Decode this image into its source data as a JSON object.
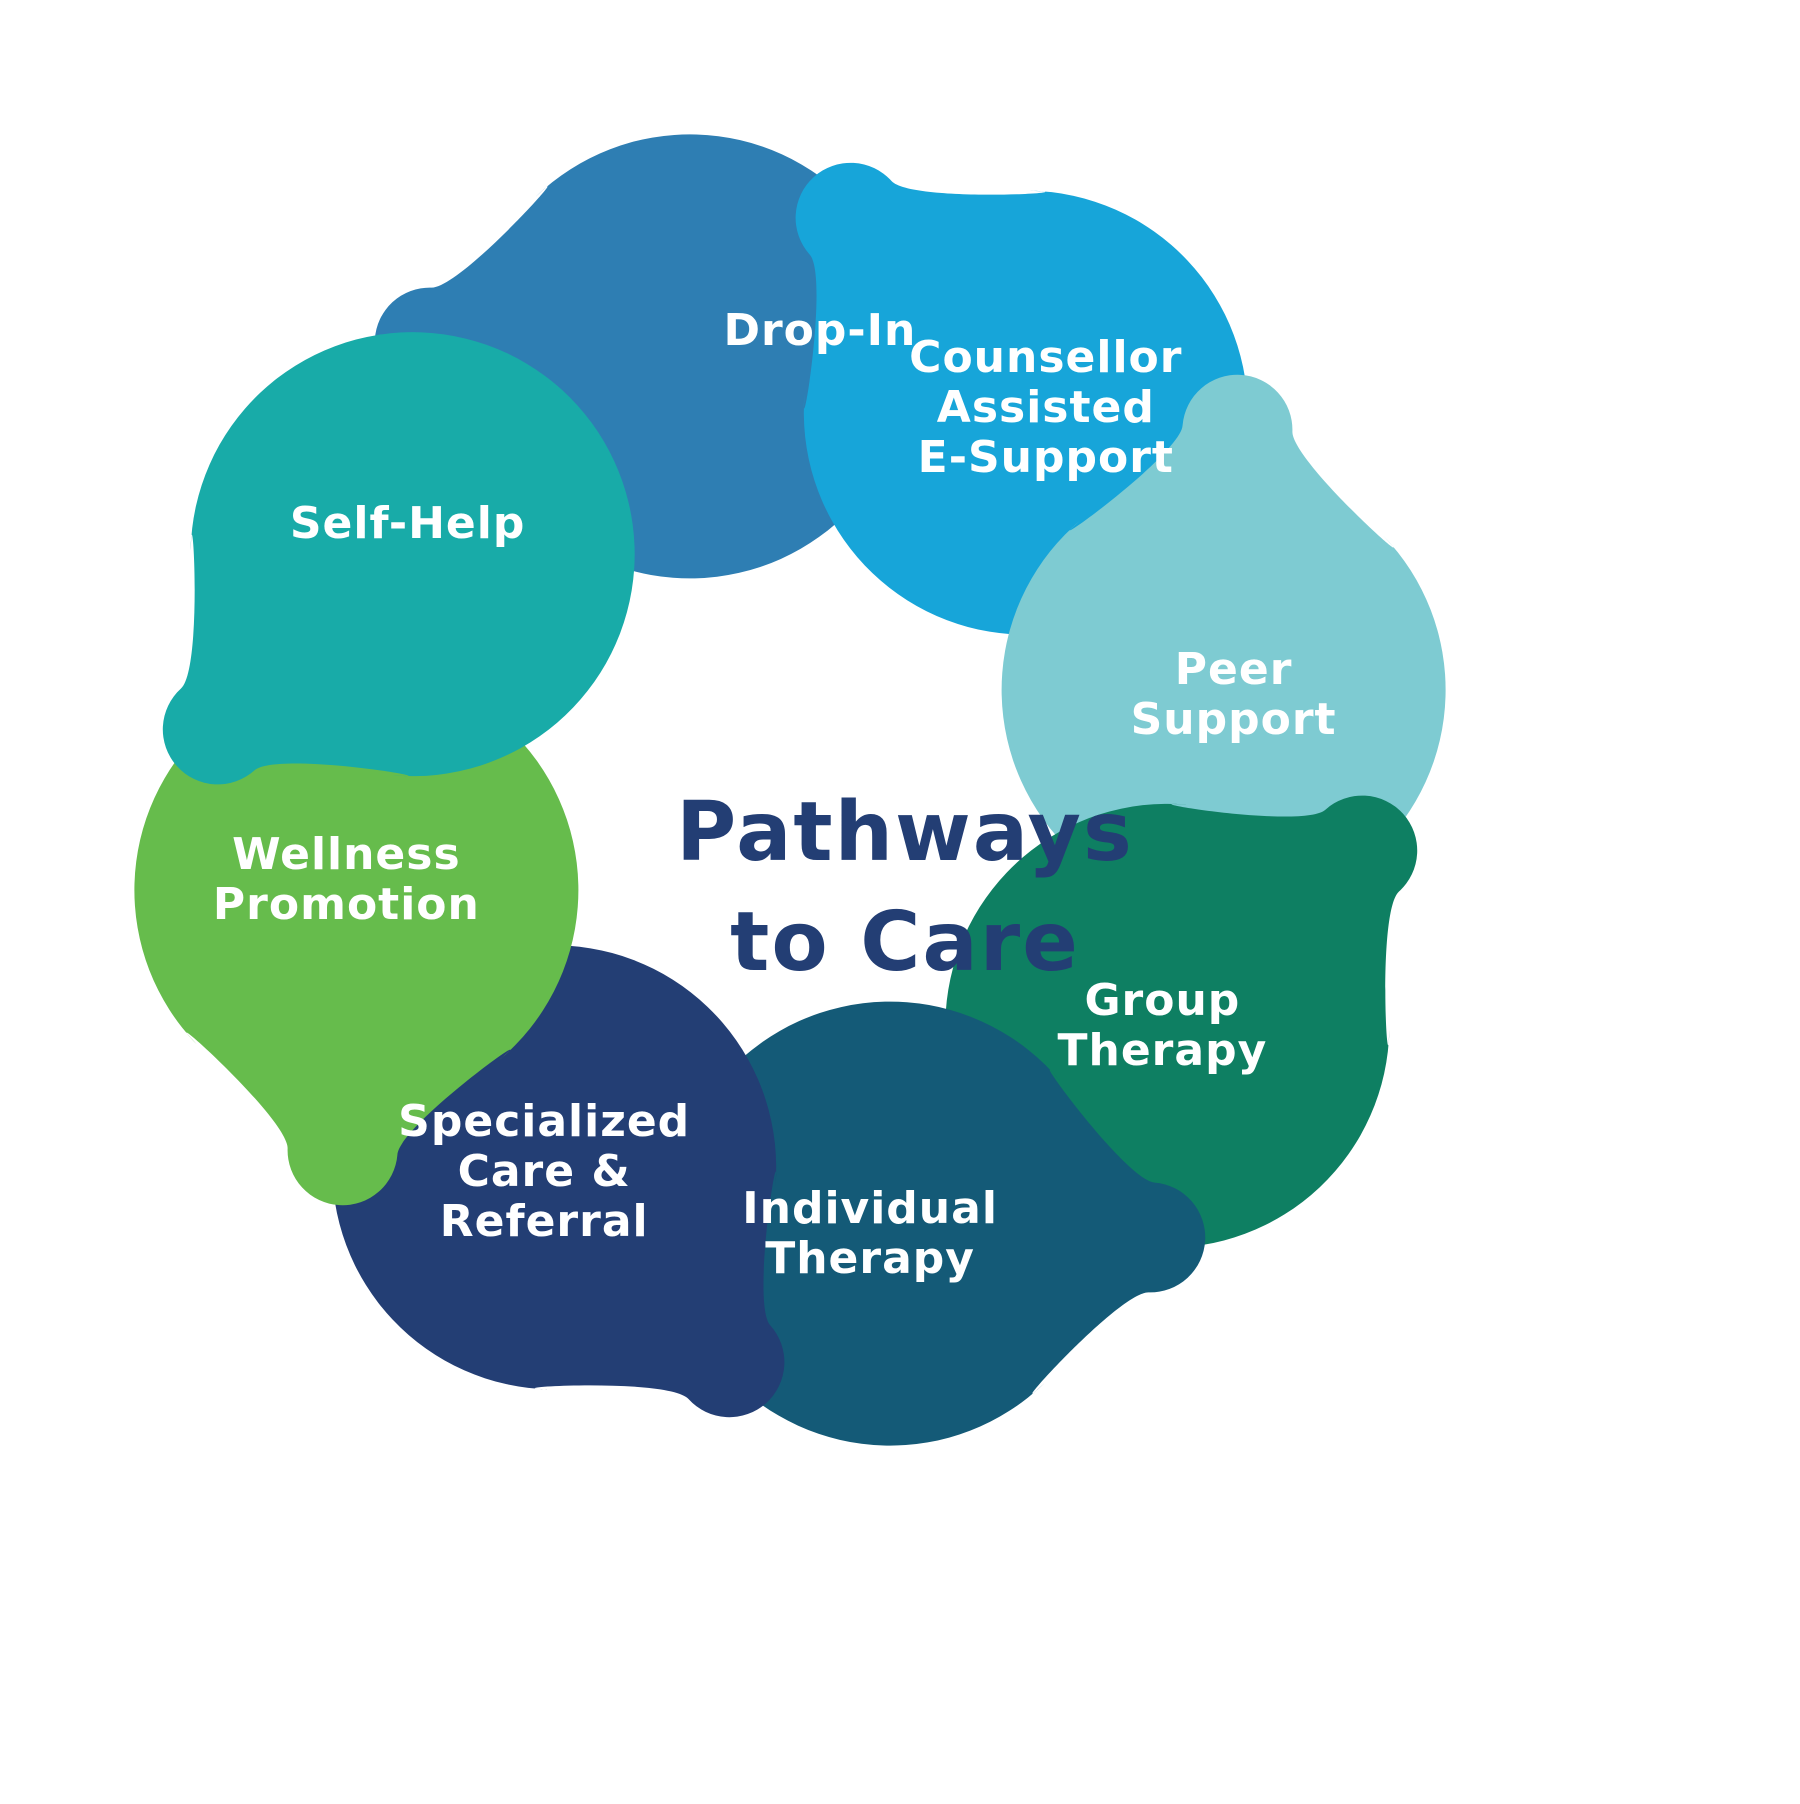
{
  "title": {
    "text": "Pathways\nto Care",
    "color": "#233e74"
  },
  "pathways": [
    {
      "id": "drop-in",
      "label": "Drop-In",
      "color": "#2e7eb3"
    },
    {
      "id": "counsellor-assisted-e-support",
      "label": "Counsellor\nAssisted\nE-Support",
      "color": "#17a5d9"
    },
    {
      "id": "peer-support",
      "label": "Peer\nSupport",
      "color": "#7ecbd2"
    },
    {
      "id": "group-therapy",
      "label": "Group\nTherapy",
      "color": "#0e7f62"
    },
    {
      "id": "individual-therapy",
      "label": "Individual\nTherapy",
      "color": "#145a77"
    },
    {
      "id": "specialized-care-referral",
      "label": "Specialized\nCare &\nReferral",
      "color": "#233e74"
    },
    {
      "id": "wellness-promotion",
      "label": "Wellness\nPromotion",
      "color": "#66bc4c"
    },
    {
      "id": "self-help",
      "label": "Self-Help",
      "color": "#18aba8"
    }
  ]
}
